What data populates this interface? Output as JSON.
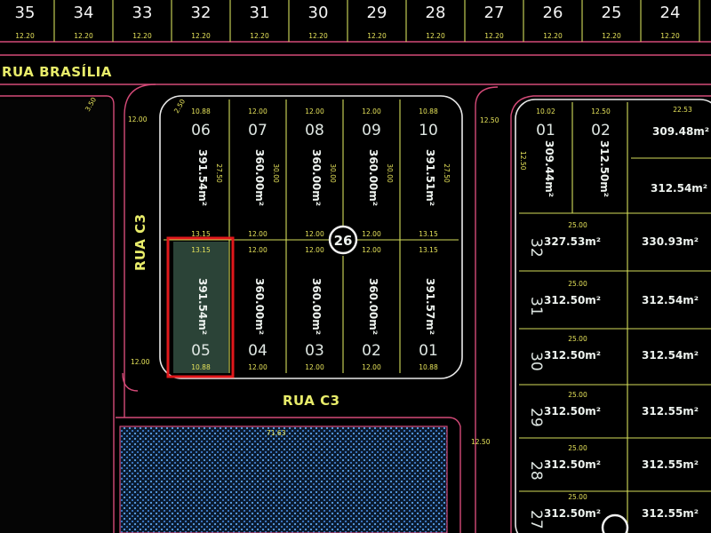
{
  "top_lots": [
    {
      "n": "35",
      "w": "12.20"
    },
    {
      "n": "34",
      "w": "12.20"
    },
    {
      "n": "33",
      "w": "12.20"
    },
    {
      "n": "32",
      "w": "12.20"
    },
    {
      "n": "31",
      "w": "12.20"
    },
    {
      "n": "30",
      "w": "12.20"
    },
    {
      "n": "29",
      "w": "12.20"
    },
    {
      "n": "28",
      "w": "12.20"
    },
    {
      "n": "27",
      "w": "12.20"
    },
    {
      "n": "26",
      "w": "12.20"
    },
    {
      "n": "25",
      "w": "12.20"
    },
    {
      "n": "24",
      "w": "12.20"
    }
  ],
  "streets": {
    "brasilia": "RUA BRASÍLIA",
    "c3_vertical": "RUA C3",
    "c3_bottom": "RUA C3"
  },
  "block_center": {
    "node": "26",
    "lots_top": [
      {
        "n": "06",
        "area": "391.54m²",
        "w": "10.88"
      },
      {
        "n": "07",
        "area": "360.00m²",
        "w": "12.00"
      },
      {
        "n": "08",
        "area": "360.00m²",
        "w": "12.00"
      },
      {
        "n": "09",
        "area": "360.00m²",
        "w": "12.00"
      },
      {
        "n": "10",
        "area": "391.51m²",
        "w": "10.88"
      }
    ],
    "lots_bottom": [
      {
        "n": "05",
        "area": "391.54m²",
        "w": "10.88"
      },
      {
        "n": "04",
        "area": "360.00m²",
        "w": "12.00"
      },
      {
        "n": "03",
        "area": "360.00m²",
        "w": "12.00"
      },
      {
        "n": "02",
        "area": "360.00m²",
        "w": "12.00"
      },
      {
        "n": "01",
        "area": "391.57m²",
        "w": "10.88"
      }
    ],
    "mid_dims": [
      "13.15",
      "12.00",
      "12.00",
      "12.00",
      "13.15"
    ],
    "mid_dims_below": [
      "13.15",
      "12.00",
      "12.00",
      "12.00",
      "13.15"
    ],
    "depths": [
      "27.50",
      "30.00",
      "30.00",
      "30.00",
      "27.50"
    ],
    "corner": "2.50",
    "highlighted_lot": "05"
  },
  "block_right": {
    "top_lots": [
      {
        "n": "01",
        "area": "309.44m²",
        "w": "10.02"
      },
      {
        "n": "02",
        "area": "312.50m²",
        "w": "12.50"
      }
    ],
    "top_right": {
      "w": "22.53",
      "area": "309.48m²"
    },
    "row_right_1": {
      "area": "312.54m²"
    },
    "rows": [
      {
        "n": "32",
        "area_l": "327.53m²",
        "area_r": "330.93m²"
      },
      {
        "n": "31",
        "area_l": "312.50m²",
        "area_r": "312.54m²"
      },
      {
        "n": "30",
        "area_l": "312.50m²",
        "area_r": "312.54m²"
      },
      {
        "n": "29",
        "area_l": "312.50m²",
        "area_r": "312.55m²"
      },
      {
        "n": "28",
        "area_l": "312.50m²",
        "area_r": "312.55m²"
      },
      {
        "n": "27",
        "area_l": "312.50m²",
        "area_r": "312.55m²"
      }
    ],
    "row_w": "25.00",
    "side": "12.50"
  },
  "misc_dims": {
    "a": "12.00",
    "b": "12.50",
    "c": "12.00",
    "d": "12.50",
    "e": "71.63",
    "f": "3.50"
  },
  "colors": {
    "boundary": "#d44a78",
    "lot_line": "#d4dd5a",
    "highlight": "#e0181b",
    "hatch": "#4f8fd8",
    "background": "#000000"
  }
}
